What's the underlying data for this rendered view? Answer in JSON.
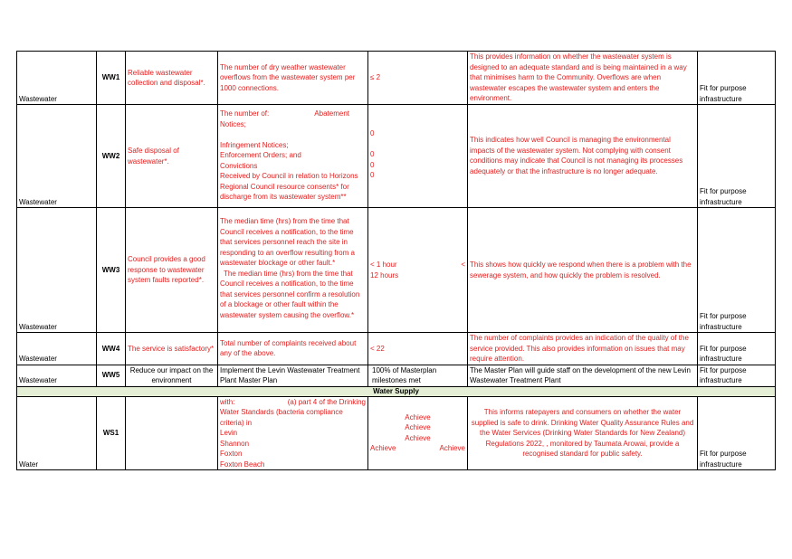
{
  "rows": {
    "ww1": {
      "area": "Wastewater",
      "code": "WW1",
      "objective": "Reliable wastewater collection and disposal*.",
      "measure": "The number of dry weather wastewater overflows from the wastewater system per 1000 connections.",
      "target": "≤ 2",
      "explanation": "This provides information on whether the wastewater system is designed to an adequate standard and is being maintained in a way that minimises harm to the Community. Overflows are when wastewater escapes the wastewater system and enters the environment.",
      "link": "Fit for purpose infrastructure"
    },
    "ww2": {
      "area": "Wastewater",
      "code": "WW2",
      "objective": "Safe disposal of wastewater*.",
      "measure_line1_left": "The number of:",
      "measure_line1_right": "Abatement",
      "measure_line2": "Notices;",
      "measure_line3": "Infringement Notices;",
      "measure_line4": "Enforcement Orders; and",
      "measure_line5": "Convictions",
      "measure_line6": "Received by Council in relation to Horizons Regional Council resource consents* for discharge from its wastewater system**",
      "target_1": "0",
      "target_2": "0",
      "target_3": "0",
      "target_4": "0",
      "explanation": "This indicates how well Council is managing the environmental impacts of the wastewater system. Not complying with consent conditions may indicate that Council is not managing its processes adequately or that the infrastructure is no longer adequate.",
      "link": "Fit for purpose infrastructure"
    },
    "ww3": {
      "area": "Wastewater",
      "code": "WW3",
      "objective": "Council provides a good response to wastewater system faults reported*.",
      "measure_a": "The median time (hrs) from the time that Council receives a notification, to the time that services personnel reach the site in responding to an overflow resulting from a wastewater blockage or other fault.*",
      "measure_b": "The median time (hrs) from the time that Council receives a notification, to the time that services personnel confirm a resolution of a blockage or other fault within the wastewater system causing the overflow.*",
      "target_1": "< 1 hour",
      "target_2": "12 hours",
      "explanation_mark": "<",
      "explanation": "This shows how quickly we respond when there is a problem with the sewerage system, and how quickly the problem is resolved.",
      "link": "Fit for purpose infrastructure"
    },
    "ww4": {
      "area": "Wastewater",
      "code": "WW4",
      "objective": "The service is satisfactory*",
      "measure": "Total number of complaints received about any of the above.",
      "target": "< 22",
      "explanation": "The number of complaints provides an indication of the quality of the service provided. This also provides information on issues that may require attention.",
      "link": "Fit for purpose infrastructure"
    },
    "ww5": {
      "area": "Wastewater",
      "code": "WW5",
      "objective": "Reduce our impact on the environment",
      "measure": "Implement the Levin Wastewater Treatment Plant Master Plan",
      "target": "100% of Masterplan milestones met",
      "explanation": "The Master Plan will guide staff on the development of the new Levin Wastewater Treatment Plant",
      "link": "Fit for purpose infrastructure"
    },
    "section_band": "Water Supply",
    "ws1": {
      "area": "Water",
      "code": "WS1",
      "measure_line1_left": "with:",
      "measure_line1_right": "(a) part 4 of the Drinking",
      "measure_line2": "Water Standards (bacteria compliance",
      "measure_line3": "criteria) in",
      "measure_line4": "Levin",
      "measure_line5": "Shannon",
      "measure_line6": "Foxton",
      "measure_line7": "Foxton Beach",
      "target_1": "Achieve",
      "target_2": "Achieve",
      "target_3": "Achieve",
      "target_4a": "Achieve",
      "target_4b": "Achieve",
      "explanation": "This informs ratepayers and consumers on whether the water supplied is safe to drink. Drinking Water Quality Assurance Rules and the Water Services (Drinking Water Standards for New Zealand) Regulations 2022, , monitored by Taumata Arowai, provide a recognised standard for public safety.",
      "link": "Fit for purpose infrastructure"
    }
  }
}
